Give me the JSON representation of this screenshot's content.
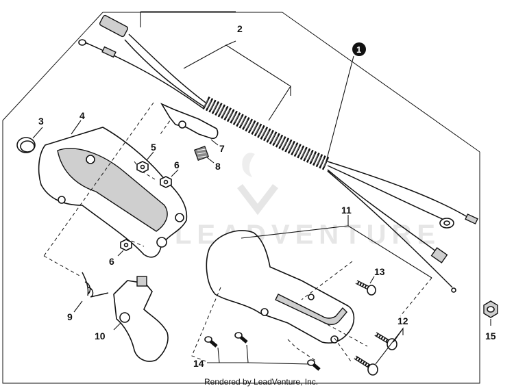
{
  "callouts": {
    "c1": "1",
    "c2": "2",
    "c3": "3",
    "c4": "4",
    "c5": "5",
    "c6a": "6",
    "c6b": "6",
    "c7": "7",
    "c8": "8",
    "c9": "9",
    "c10": "10",
    "c11": "11",
    "c12": "12",
    "c13": "13",
    "c14": "14",
    "c15": "15"
  },
  "watermark": "LEADVENTURE",
  "footer": "Rendered by LeadVenture, Inc."
}
